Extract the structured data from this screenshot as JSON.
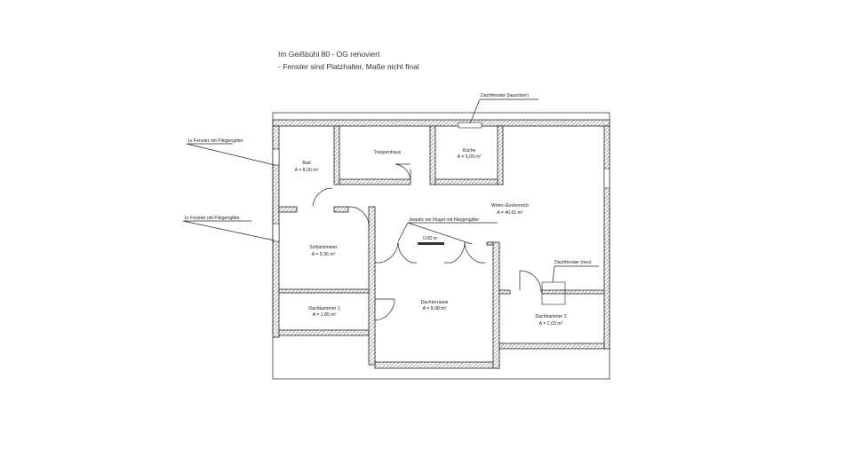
{
  "header": {
    "title": "Im Geißbühl 80 - OG renoviert",
    "note": "- Fenster sind Platzhalter, Maße nicht final"
  },
  "annotations": {
    "roof_window_replace": "Dachfenster (tauschen)",
    "window_screen_1": "1x Fenster mit Fliegengitter",
    "window_screen_2": "1x Fenster mit Fliegengitter",
    "door_screens": "Jeweils ein Flügel mit Fliegengitter",
    "level": "0,00 m",
    "roof_window_new": "Dachfenster (neu)"
  },
  "rooms": {
    "bad": {
      "name": "Bad",
      "area": "A = 8,20 m²"
    },
    "treppenhaus": {
      "name": "Treppenhaus"
    },
    "kueche": {
      "name": "Küche",
      "area": "A = 6,09 m²"
    },
    "wohn": {
      "name": "Wohn-/Essbereich",
      "area": "A = 40,61 m²"
    },
    "schlafzimmer": {
      "name": "Schlafzimmer",
      "area": "A = 9,36 m²"
    },
    "dachkammer1": {
      "name": "Dachkammer 1",
      "area": "A = 1,85 m²"
    },
    "dachterrasse": {
      "name": "Dachterrasse",
      "area": "A = 8,08 m²"
    },
    "dachkammer2": {
      "name": "Dachkammer 2",
      "area": "A = 2,03 m²"
    }
  }
}
